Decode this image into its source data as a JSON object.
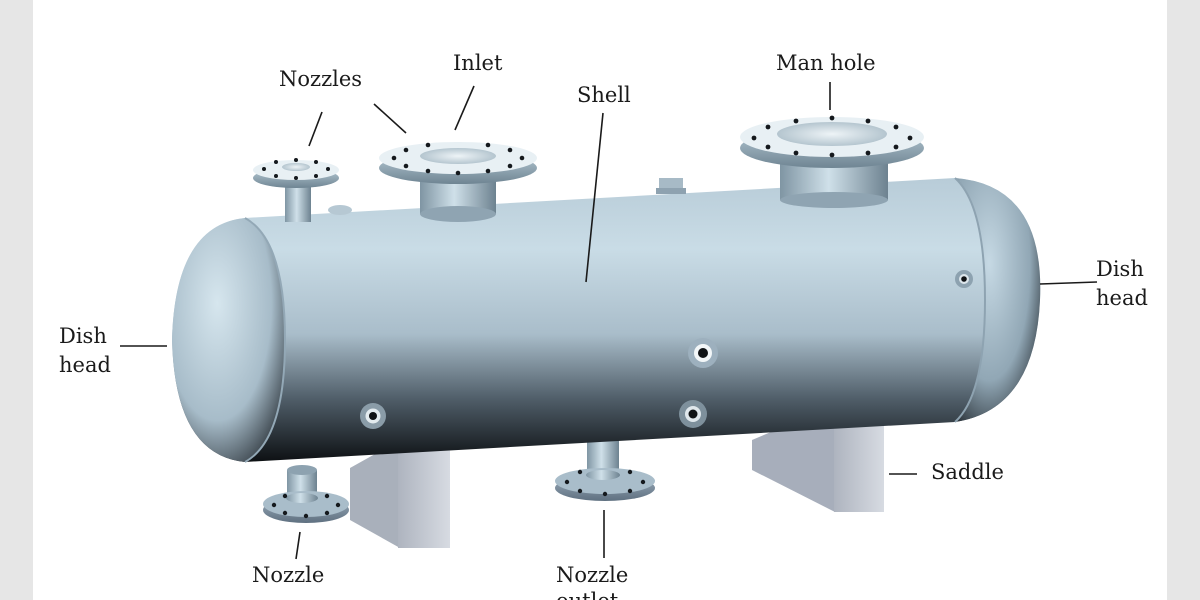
{
  "labels": {
    "nozzles": "Nozzles",
    "inlet": "Inlet",
    "shell": "Shell",
    "man_hole": "Man hole",
    "dish_head_left_1": "Dish",
    "dish_head_left_2": "head",
    "dish_head_right_1": "Dish",
    "dish_head_right_2": "head",
    "saddle": "Saddle",
    "nozzle": "Nozzle",
    "nozzle_outlet_1": "Nozzle",
    "nozzle_outlet_2": "outlet"
  },
  "colors": {
    "background": "#e6e6e6",
    "panel": "#ffffff",
    "vessel_light": "#c9dde8",
    "vessel_dark": "#0c0f12",
    "flange_face": "#e4eef3",
    "saddle": "#c8cdd6"
  }
}
